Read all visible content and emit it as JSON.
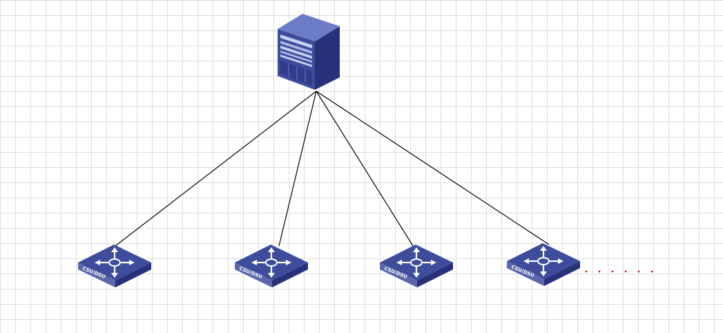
{
  "colors": {
    "device_front": "#3d4d9c",
    "device_side": "#26317a",
    "device_top": "#6c7cc8",
    "link_line": "#000000",
    "ellipsis_dots": "#cc0000",
    "grid_line": "#dcdcdc"
  },
  "server": {
    "icon": "server-chassis-icon"
  },
  "devices": [
    {
      "label": "CSU/DSU",
      "icon": "csu-dsu-icon"
    },
    {
      "label": "CSU/DSU",
      "icon": "csu-dsu-icon"
    },
    {
      "label": "CSU/DSU",
      "icon": "csu-dsu-icon"
    },
    {
      "label": "CSU/DSU",
      "icon": "csu-dsu-icon"
    }
  ],
  "links": [
    {
      "from": "server",
      "to": 0
    },
    {
      "from": "server",
      "to": 1
    },
    {
      "from": "server",
      "to": 2
    },
    {
      "from": "server",
      "to": 3
    }
  ],
  "continuation": {
    "dot_count": 6
  }
}
